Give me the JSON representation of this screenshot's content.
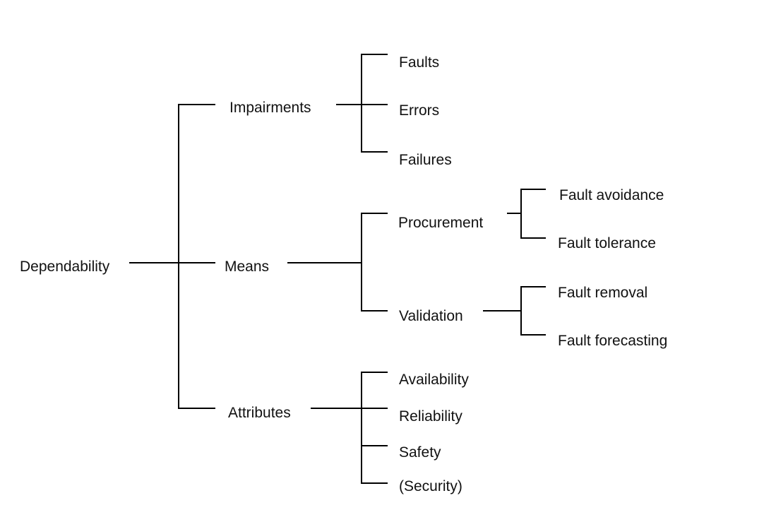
{
  "root": {
    "label": "Dependability",
    "children": [
      {
        "label": "Impairments",
        "children": [
          {
            "label": "Faults"
          },
          {
            "label": "Errors"
          },
          {
            "label": "Failures"
          }
        ]
      },
      {
        "label": "Means",
        "children": [
          {
            "label": "Procurement",
            "children": [
              {
                "label": "Fault avoidance"
              },
              {
                "label": "Fault tolerance"
              }
            ]
          },
          {
            "label": "Validation",
            "children": [
              {
                "label": "Fault removal"
              },
              {
                "label": "Fault forecasting"
              }
            ]
          }
        ]
      },
      {
        "label": "Attributes",
        "children": [
          {
            "label": "Availability"
          },
          {
            "label": "Reliability"
          },
          {
            "label": "Safety"
          },
          {
            "label": "(Security)"
          }
        ]
      }
    ]
  }
}
